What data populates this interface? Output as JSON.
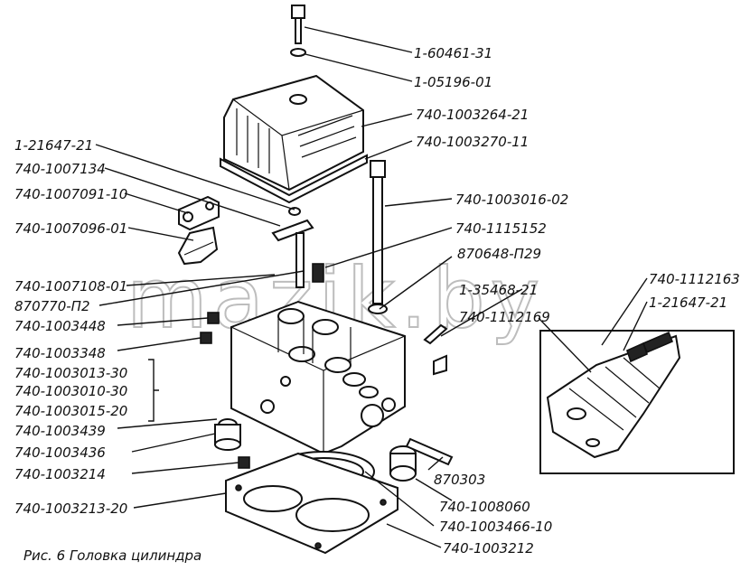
{
  "caption": "Рис. 6 Головка цилиндра",
  "watermark": "mazik.by",
  "labels": {
    "l01": "1-60461-31",
    "l02": "1-05196-01",
    "l03": "740-1003264-21",
    "l04": "740-1003270-11",
    "l05": "1-21647-21",
    "l06": "740-1007134",
    "l07": "740-1007091-10",
    "l08": "740-1003016-02",
    "l09": "740-1007096-01",
    "l10": "740-1115152",
    "l11": "870648-П29",
    "l12": "740-1112163",
    "l13": "1-35468-21",
    "l14": "1-21647-21",
    "l15": "740-1007108-01",
    "l16": "870770-П2",
    "l17": "740-1112169",
    "l18": "740-1003448",
    "l19": "740-1003348",
    "l20": "740-1003013-30",
    "l21": "740-1003010-30",
    "l22": "740-1003015-20",
    "l23": "740-1003439",
    "l24": "740-1003436",
    "l25": "740-1003214",
    "l26": "870303",
    "l27": "740-1008060",
    "l28": "740-1003466-10",
    "l29": "740-1003213-20",
    "l30": "740-1003212"
  }
}
